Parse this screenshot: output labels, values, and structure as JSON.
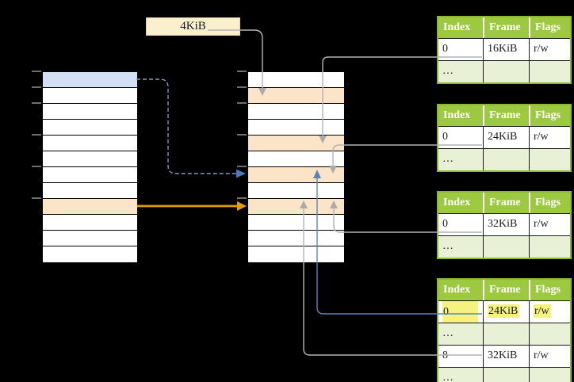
{
  "diagram": {
    "page_size_label": "4KiB",
    "ellipsis": "…"
  },
  "colors": {
    "background": "#000000",
    "table_header_bg": "#9CC93F",
    "table_border_green": "#8EB92F",
    "table_alt_row_bg": "#E8F0D6",
    "cell_orange": "#FCE4C8",
    "cell_blue": "#D3E0F4",
    "label_box_bg": "#FBF0CE",
    "highlight_yellow": "#F5F37E",
    "connector_gray": "#B3B3B3",
    "connector_blue": "#5B84BE",
    "connector_dashed_blue": "#7E9CC9",
    "arrow_orange": "#E09E00"
  },
  "tables": [
    {
      "headers": [
        "Index",
        "Frame",
        "Flags"
      ],
      "rows": [
        {
          "cells": [
            "0",
            "16KiB",
            "r/w"
          ]
        },
        {
          "cells": [
            "…",
            "",
            ""
          ]
        }
      ]
    },
    {
      "headers": [
        "Index",
        "Frame",
        "Flags"
      ],
      "rows": [
        {
          "cells": [
            "0",
            "24KiB",
            "r/w"
          ]
        },
        {
          "cells": [
            "…",
            "",
            ""
          ]
        }
      ]
    },
    {
      "headers": [
        "Index",
        "Frame",
        "Flags"
      ],
      "rows": [
        {
          "cells": [
            "0",
            "32KiB",
            "r/w"
          ]
        },
        {
          "cells": [
            "…",
            "",
            ""
          ]
        }
      ]
    },
    {
      "headers": [
        "Index",
        "Frame",
        "Flags"
      ],
      "rows": [
        {
          "cells": [
            "0",
            "24KiB",
            "r/w"
          ],
          "highlighted": true
        },
        {
          "cells": [
            "…",
            "",
            ""
          ]
        },
        {
          "cells": [
            "8",
            "32KiB",
            "r/w"
          ]
        },
        {
          "cells": [
            "…",
            "",
            ""
          ]
        }
      ]
    }
  ]
}
